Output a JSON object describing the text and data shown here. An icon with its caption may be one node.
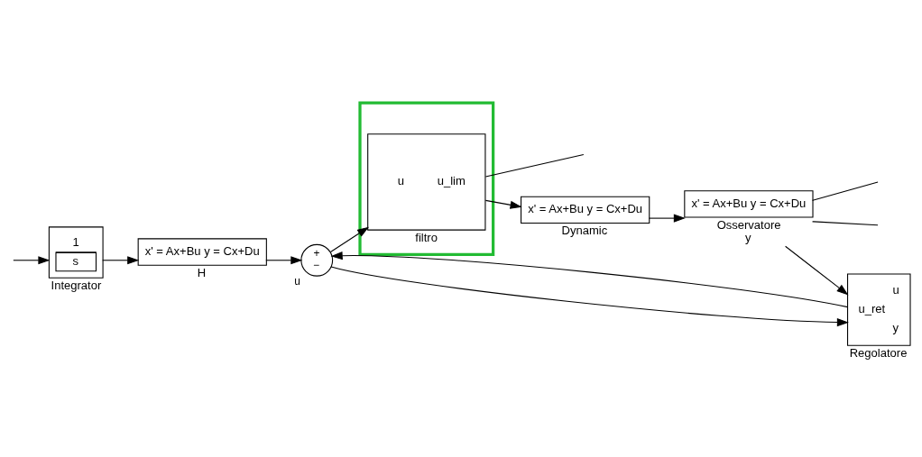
{
  "diagram": {
    "nodes": [
      {
        "text": [
          "1",
          "s"
        ],
        "beside": [
          "Integrator"
        ]
      },
      {
        "text": [
          "x' = Ax+Bu y = Cx+Du"
        ],
        "beside": [
          "H"
        ]
      },
      {
        "text": [
          "+",
          "−"
        ],
        "beside": [
          "u"
        ]
      },
      {
        "text": [],
        "shape": "box"
      },
      {
        "text": [
          "u",
          "u_lim"
        ],
        "beside": [
          "filtro"
        ],
        "in": 3
      },
      {
        "text": [
          "x' = Ax+Bu y = Cx+Du"
        ],
        "beside": [
          "Dynamic"
        ]
      },
      {
        "text": [
          "x' = Ax+Bu y = Cx+Du"
        ],
        "beside": [
          "Osservatore",
          "y"
        ]
      },
      {
        "text": [
          "u",
          "u_ret",
          "y"
        ],
        "beside": [
          "Regolatore"
        ]
      }
    ],
    "edges": [
      {
        "from": null,
        "to": 0,
        "arrow": "to"
      },
      {
        "from": 0,
        "to": 1,
        "arrow": "to"
      },
      {
        "from": 1,
        "to": 2,
        "arrow": "to"
      },
      {
        "from": 2,
        "to": 4,
        "arrow": "to"
      },
      {
        "from": 2,
        "to": 7,
        "arrow": "to"
      },
      {
        "from": 4,
        "to": 5,
        "arrow": "to"
      },
      {
        "from": 4,
        "to": null,
        "arrow": "none"
      },
      {
        "from": 5,
        "to": 6,
        "arrow": "to"
      },
      {
        "from": 6,
        "to": null,
        "arrow": "none"
      },
      {
        "from": 6,
        "to": 7,
        "arrow": "to"
      },
      {
        "from": 6,
        "to": null,
        "arrow": "none"
      },
      {
        "from": 7,
        "to": 2,
        "arrow": "to"
      }
    ]
  }
}
